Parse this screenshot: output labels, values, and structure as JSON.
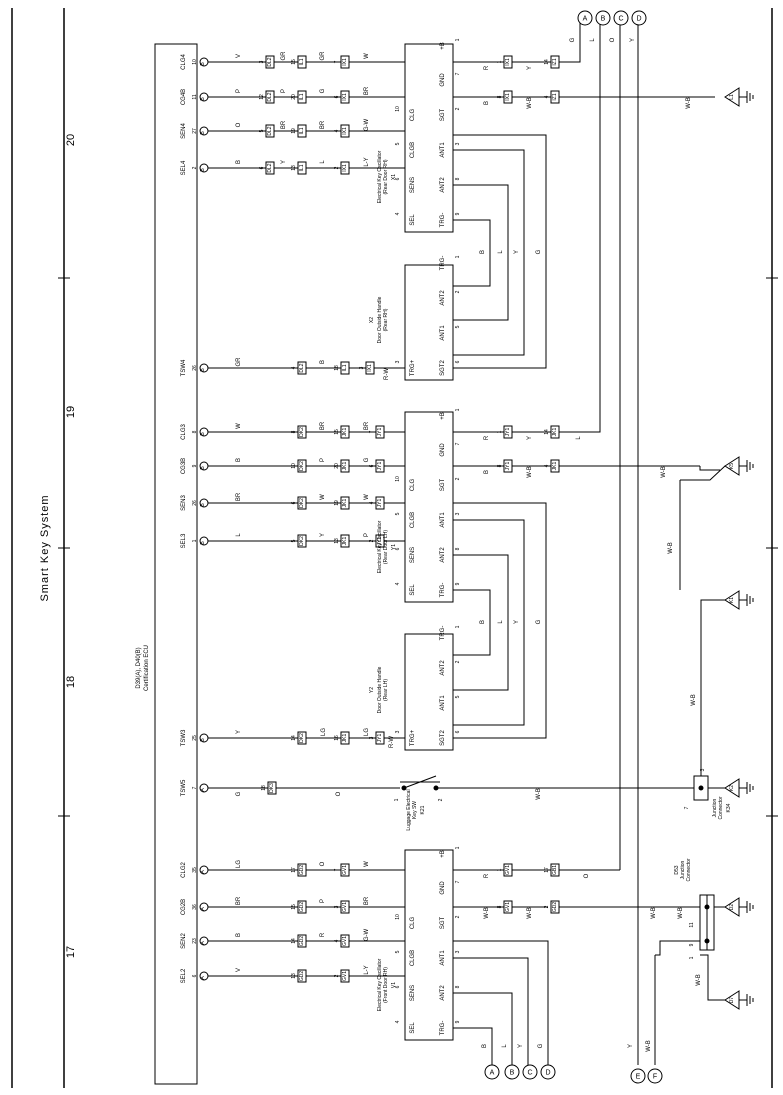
{
  "page": {
    "title": "Smart Key System",
    "section_numbers": [
      "17",
      "18",
      "19",
      "20"
    ]
  },
  "ecu": {
    "label": "D39(A), D40(B)",
    "sublabel": "Certification ECU",
    "pins": [
      {
        "name": "SEL2",
        "pin": "6",
        "conn": "A"
      },
      {
        "name": "SEN2",
        "pin": "23",
        "conn": "A"
      },
      {
        "name": "CG2B",
        "pin": "36",
        "conn": "A"
      },
      {
        "name": "CLG2",
        "pin": "35",
        "conn": "A"
      },
      {
        "name": "TSW5",
        "pin": "7",
        "conn": "A"
      },
      {
        "name": "TSW3",
        "pin": "25",
        "conn": "B"
      },
      {
        "name": "SEL3",
        "pin": "1",
        "conn": "B"
      },
      {
        "name": "SEN3",
        "pin": "26",
        "conn": "B"
      },
      {
        "name": "CG3B",
        "pin": "9",
        "conn": "B"
      },
      {
        "name": "CLG3",
        "pin": "8",
        "conn": "B"
      },
      {
        "name": "TSW4",
        "pin": "26",
        "conn": "B"
      },
      {
        "name": "SEL4",
        "pin": "2",
        "conn": "B"
      },
      {
        "name": "SEN4",
        "pin": "27",
        "conn": "B"
      },
      {
        "name": "CG4B",
        "pin": "11",
        "conn": "B"
      },
      {
        "name": "CLG4",
        "pin": "10",
        "conn": "B"
      }
    ]
  },
  "oscillators": [
    {
      "ref": "V1",
      "title": "Electrical Key Oscillator",
      "sub": "(Front Door RH)",
      "pins_left": [
        "SEL",
        "SENS",
        "CLGB",
        "CLG"
      ],
      "pins_left_num": [
        "4",
        "6",
        "5",
        "10"
      ],
      "pins_right": [
        "TRG-",
        "ANT2",
        "ANT1",
        "SGT",
        "GND",
        "+B"
      ],
      "pins_right_num": [
        "9",
        "8",
        "3",
        "2",
        "7",
        "1"
      ]
    },
    {
      "ref": "Y1",
      "title": "Electrical Key Oscillator",
      "sub": "(Rear Door LH)",
      "pins_left": [
        "SEL",
        "SENS",
        "CLGB",
        "CLG"
      ],
      "pins_left_num": [
        "4",
        "6",
        "5",
        "10"
      ],
      "pins_right": [
        "TRG-",
        "ANT2",
        "ANT1",
        "SGT",
        "GND",
        "+B"
      ],
      "pins_right_num": [
        "9",
        "8",
        "3",
        "2",
        "7",
        "1"
      ]
    },
    {
      "ref": "X1",
      "title": "Electrical Key Oscillator",
      "sub": "(Rear Door RH)",
      "pins_left": [
        "SEL",
        "SENS",
        "CLGB",
        "CLG"
      ],
      "pins_left_num": [
        "4",
        "6",
        "5",
        "10"
      ],
      "pins_right": [
        "TRG-",
        "ANT2",
        "ANT1",
        "SGT",
        "GND",
        "+B"
      ],
      "pins_right_num": [
        "9",
        "8",
        "3",
        "2",
        "7",
        "1"
      ]
    }
  ],
  "handles": [
    {
      "ref": "Y2",
      "title": "Door Outside Handle",
      "sub": "(Rear LH)",
      "pins": [
        "TRG+",
        "SGT2",
        "ANT1",
        "ANT2",
        "TRG-"
      ],
      "pin_nums": [
        "3",
        "6",
        "5",
        "2",
        "1"
      ]
    },
    {
      "ref": "X2",
      "title": "Door Outside Handle",
      "sub": "(Rear RH)",
      "pins": [
        "TRG+",
        "SGT2",
        "ANT1",
        "ANT2",
        "TRG-"
      ],
      "pin_nums": [
        "3",
        "6",
        "5",
        "2",
        "1"
      ]
    }
  ],
  "luggage_switch": {
    "ref": "K21",
    "title": "Luggage Electrical",
    "sub": "Key SW",
    "pin1": "1",
    "pin2": "2"
  },
  "junction_k34": {
    "ref": "K34",
    "title": "Junction",
    "sub": "Connector",
    "pin_a": "7",
    "pin_b": "3"
  },
  "junction_d53": {
    "ref": "D53",
    "title": "Junction",
    "sub": "Connector",
    "pins": [
      "11",
      "9",
      "1"
    ]
  },
  "grounds": [
    "D7",
    "D2",
    "K2",
    "K1",
    "K5",
    "L1"
  ],
  "offpage": [
    "A",
    "B",
    "C",
    "D",
    "E",
    "F"
  ],
  "wire_colors": {
    "sel": "L-Y",
    "sens": "G-W",
    "clgb": "BR",
    "clg": "W",
    "gnd": "W-B",
    "b": "R",
    "v": "V",
    "b_blk": "B",
    "p": "P",
    "lg": "LG",
    "o": "O",
    "y": "Y",
    "l": "L",
    "g": "G",
    "gr": "GR",
    "rw": "R-W"
  },
  "connectors": [
    "GD2",
    "GV1",
    "DK2",
    "JK1",
    "JY1",
    "DL2",
    "IL1",
    "IX1",
    "IZ1",
    "DK3",
    "GB1"
  ]
}
